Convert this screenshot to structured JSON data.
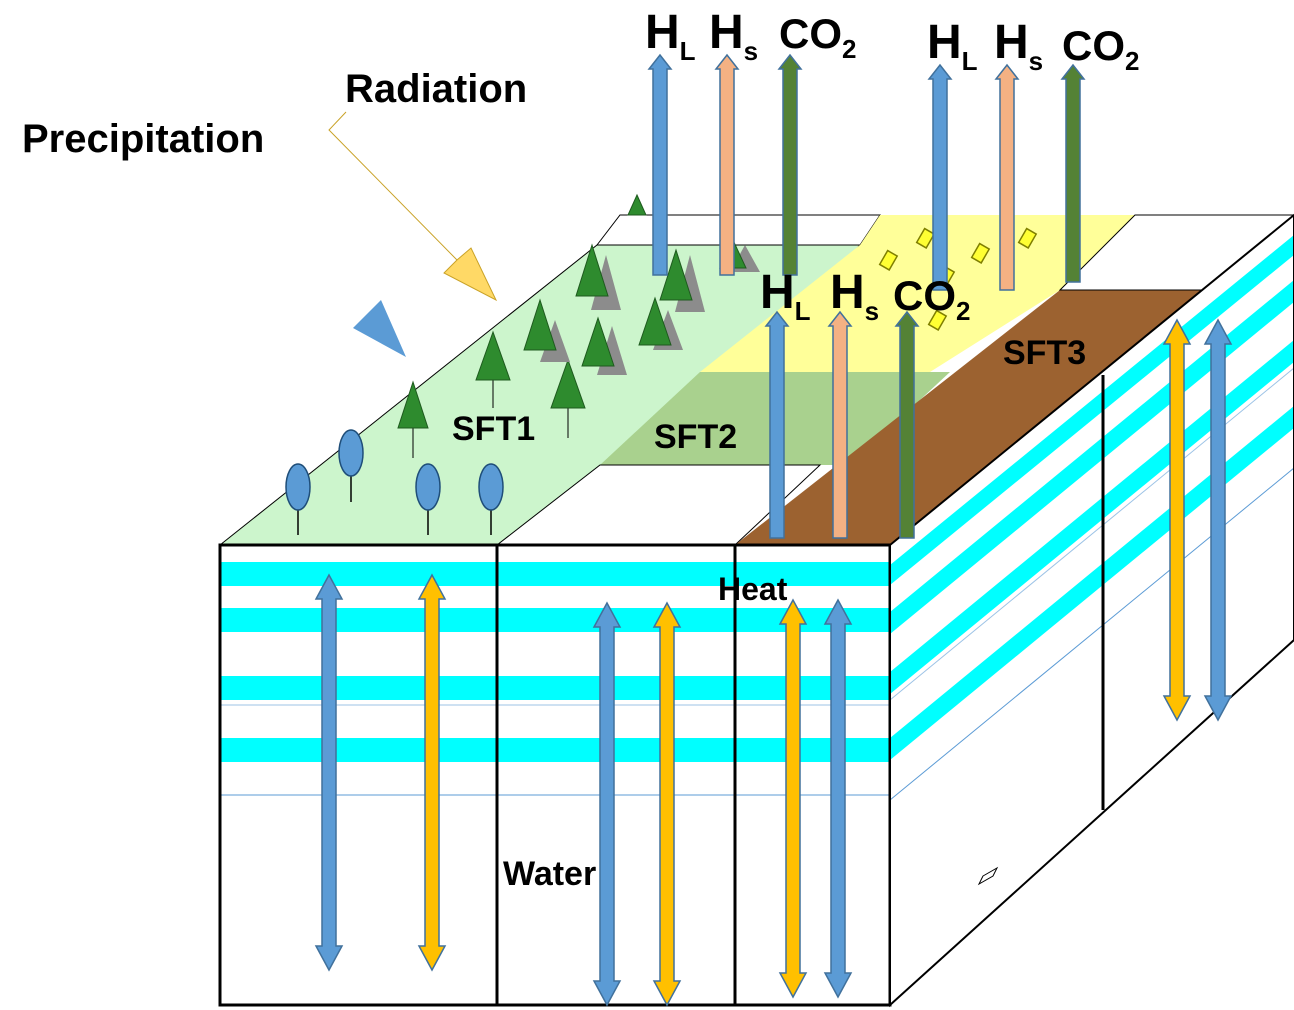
{
  "labels": {
    "radiation": "Radiation",
    "precipitation": "Precipitation",
    "sft1": "SFT1",
    "sft2": "SFT2",
    "sft3": "SFT3",
    "heat": "Heat",
    "water": "Water"
  },
  "flux_groups": [
    {
      "latent": "H",
      "latent_sub": "L",
      "sensible": "H",
      "sensible_sub": "s",
      "co2": "CO",
      "co2_sub": "2"
    },
    {
      "latent": "H",
      "latent_sub": "L",
      "sensible": "H",
      "sensible_sub": "s",
      "co2": "CO",
      "co2_sub": "2"
    },
    {
      "latent": "H",
      "latent_sub": "L",
      "sensible": "H",
      "sensible_sub": "s",
      "co2": "CO",
      "co2_sub": "2"
    }
  ],
  "colors": {
    "water_arrow": "#5b9bd5",
    "heat_arrow": "#ffc000",
    "sensible_arrow": "#f4b183",
    "co2_arrow": "#548235",
    "radiation_arrow": "#ffd966",
    "soil_layer": "#00ffff",
    "sft1_surface": "#ccf5cc",
    "sft2_surface": "#a9d18e",
    "sft3_surface": "#9c6230",
    "crop_surface": "#ffff99",
    "tree": "#2e8b2e",
    "deciduous": "#5b9bd5"
  }
}
